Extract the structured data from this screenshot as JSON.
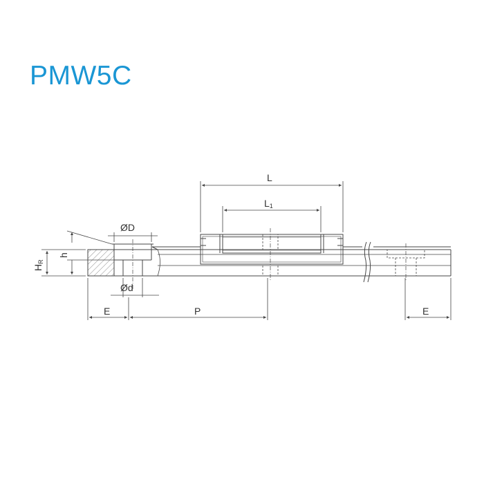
{
  "title": "PMW5C",
  "colors": {
    "title": "#1a96d4",
    "line": "#444444",
    "hatch": "#777777"
  },
  "dimensions": {
    "L": "L",
    "L1": {
      "base": "L",
      "sub": "1"
    },
    "D": "ØD",
    "d": "Ød",
    "HR": {
      "base": "H",
      "sub": "R"
    },
    "h": "h",
    "E_left": "E",
    "P": "P",
    "E_right": "E"
  }
}
